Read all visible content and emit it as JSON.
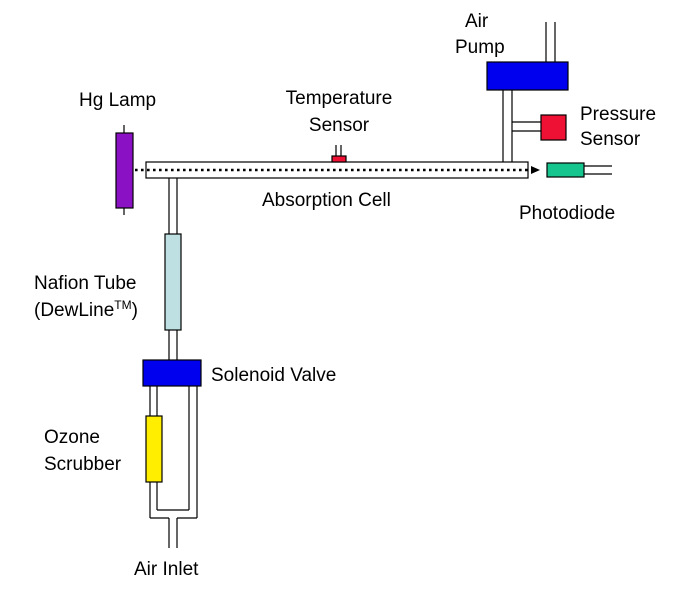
{
  "labels": {
    "air_pump": [
      "Air",
      "Pump"
    ],
    "hg_lamp": "Hg Lamp",
    "temperature_sensor": [
      "Temperature",
      "Sensor"
    ],
    "pressure_sensor": [
      "Pressure",
      "Sensor"
    ],
    "absorption_cell": "Absorption Cell",
    "photodiode": "Photodiode",
    "nafion_tube": [
      "Nafion Tube",
      "(DewLine",
      "TM",
      ")"
    ],
    "solenoid_valve": "Solenoid Valve",
    "ozone_scrubber": [
      "Ozone",
      "Scrubber"
    ],
    "air_inlet": "Air Inlet"
  },
  "colors": {
    "air_pump": "#0000ee",
    "solenoid_valve": "#0000ee",
    "hg_lamp": "#8b12c4",
    "pressure_sensor": "#ee1133",
    "temperature_sensor": "#ee1133",
    "photodiode": "#16c48e",
    "nafion_tube": "#bfe0e3",
    "ozone_scrubber": "#ffee00"
  }
}
